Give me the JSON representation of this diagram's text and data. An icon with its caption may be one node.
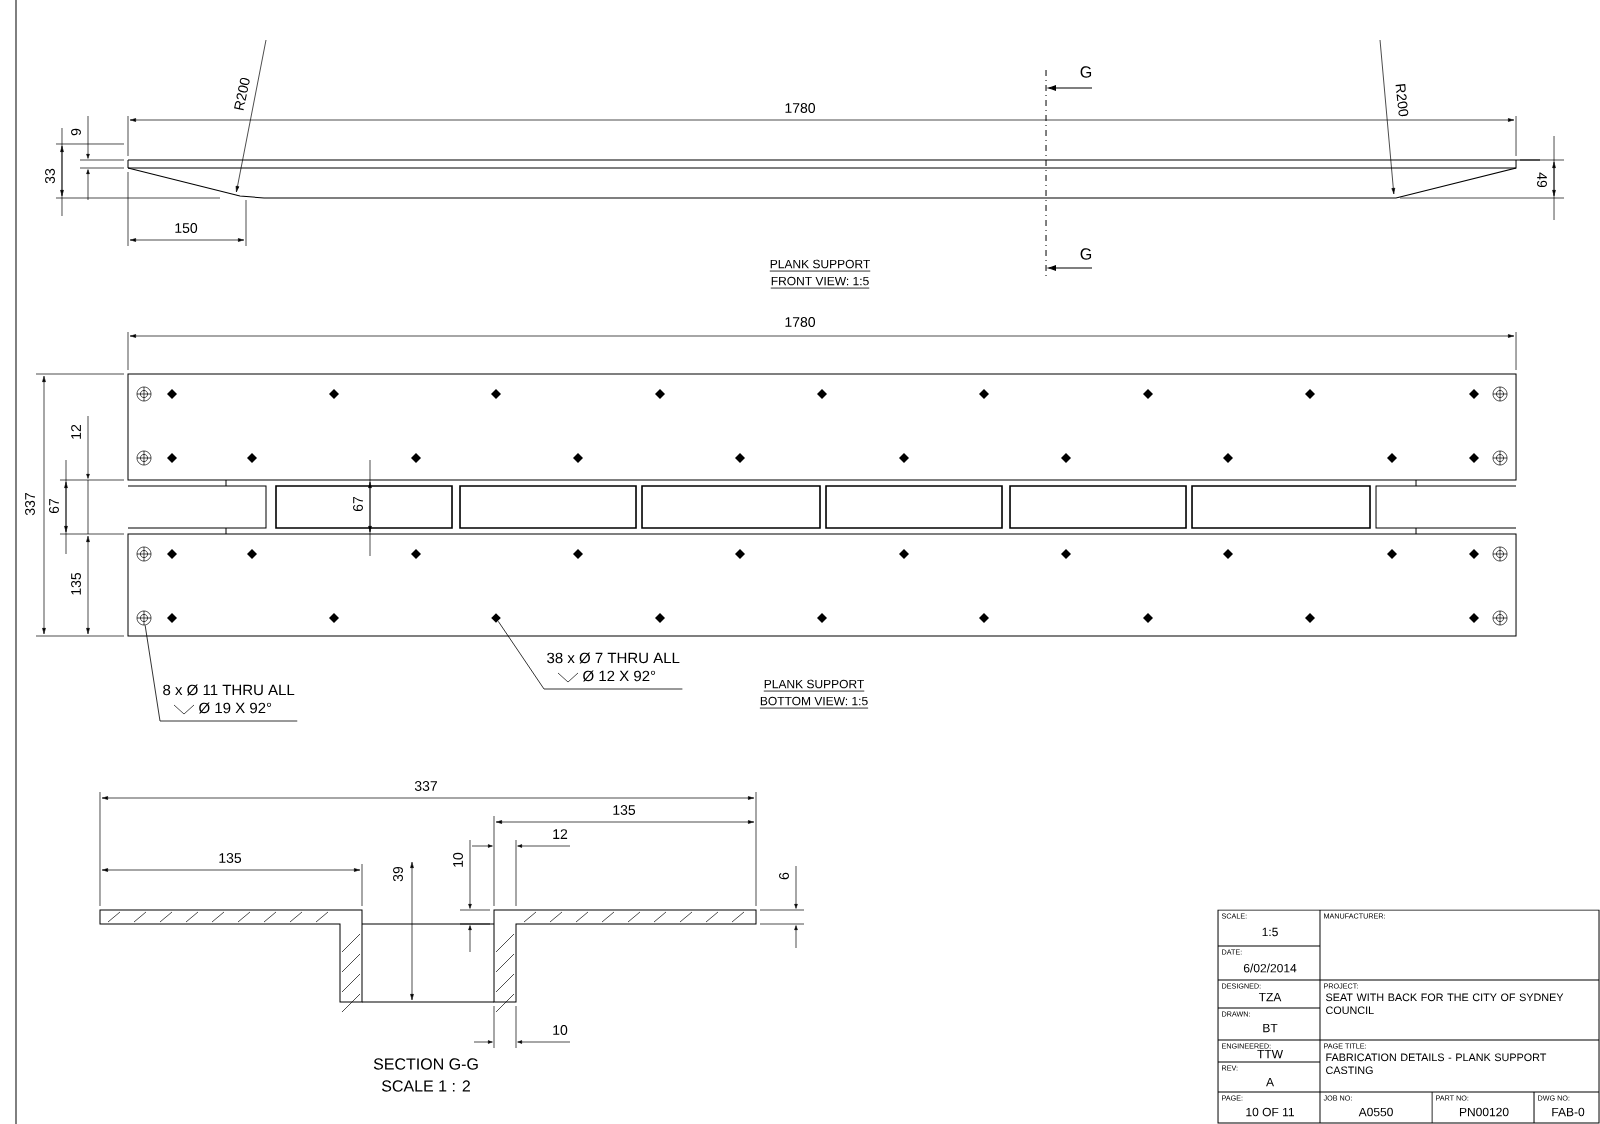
{
  "diagram": {
    "nodes": [
      {
        "text": [
          "8 x Ø 11 THRU ALL",
          "Ø 19 X 92°"
        ]
      },
      {
        "text": [],
        "shape": "circle"
      },
      {
        "text": [
          "38 x Ø 7 THRU ALL",
          "Ø 12 X 92°"
        ]
      },
      {
        "text": [],
        "shape": "diamond"
      }
    ],
    "edges": [
      {
        "from": 0,
        "to": 1,
        "arrow": "none"
      },
      {
        "from": 2,
        "to": 3,
        "arrow": "none"
      }
    ],
    "labels": [
      "R200",
      "G",
      "R200",
      "1780",
      "9",
      "33",
      "49",
      "150",
      "G",
      "PLANK SUPPORT",
      "FRONT VIEW: 1:5",
      "1780",
      "12",
      "337",
      "67",
      "67",
      "135",
      "PLANK SUPPORT",
      "BOTTOM VIEW: 1:5",
      "337",
      "135",
      "12",
      "135",
      "39",
      "10",
      "9",
      "10",
      "SECTION G-G",
      "SCALE 1 : 2",
      "SCALE:",
      "1:5",
      "MANUFACTURER:",
      "DATE:",
      "6/02/2014",
      "DESIGNED:",
      "TZA",
      "PROJECT:",
      "SEAT WITH BACK FOR THE CITY OF SYDNEY COUNCIL",
      "DRAWN:",
      "BT",
      "ENGINEERED:",
      "TTW",
      "PAGE TITLE:",
      "FABRICATION DETAILS - PLANK SUPPORT CASTING",
      "REV:",
      "A",
      "PAGE:",
      "10 OF 11",
      "JOB NO:",
      "A0550",
      "PART NO:",
      "PN00120",
      "DWG NO:",
      "FAB-0"
    ]
  }
}
